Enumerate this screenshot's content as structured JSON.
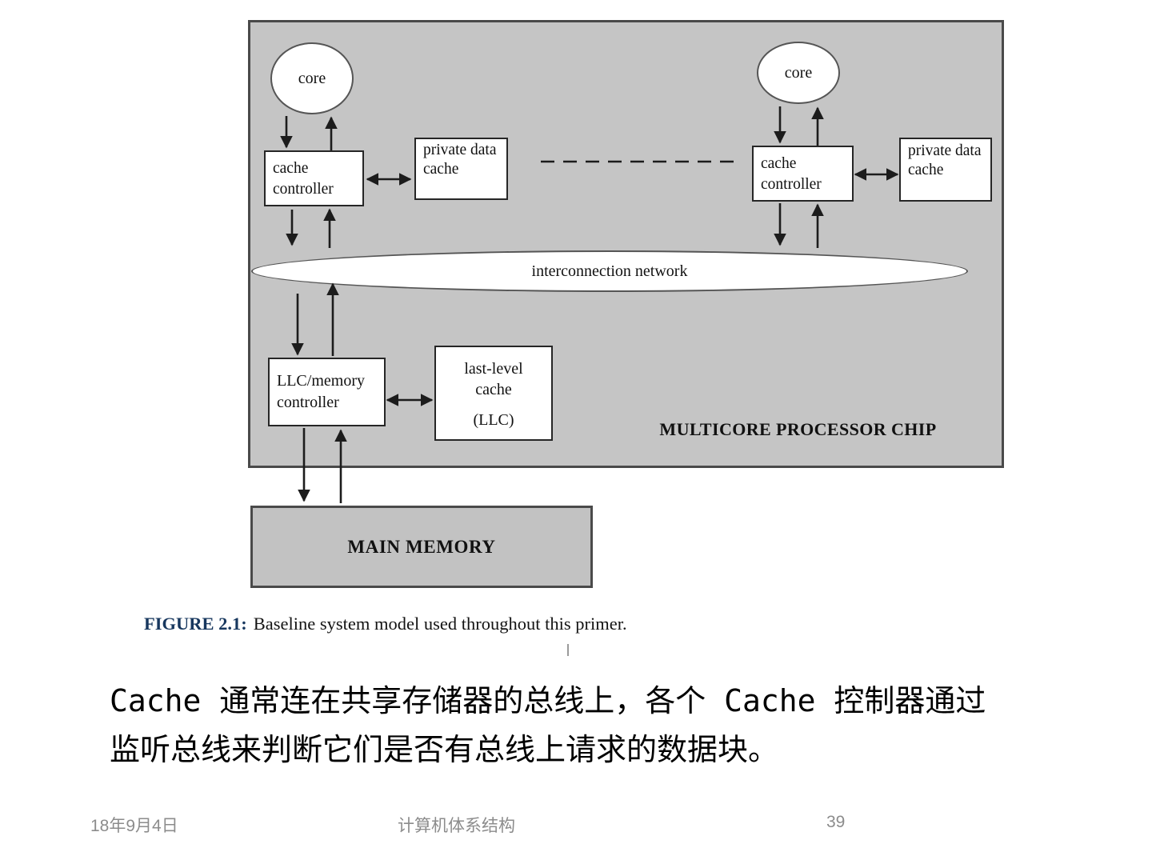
{
  "figure": {
    "chip_label": "MULTICORE PROCESSOR CHIP",
    "core_left": "core",
    "core_right": "core",
    "cache_controller_left": "cache controller",
    "cache_controller_right": "cache controller",
    "private_cache_left": "private data cache",
    "private_cache_right": "private data cache",
    "network_label": "interconnection network",
    "llc_controller_label": "LLC/memory controller",
    "last_level_cache_line1": "last-level cache",
    "last_level_cache_line2": "(LLC)",
    "main_memory_label": "MAIN MEMORY"
  },
  "caption": {
    "label": "FIGURE 2.1:",
    "text": "Baseline system model used throughout this primer."
  },
  "body": {
    "line1": "Cache 通常连在共享存储器的总线上，各个 Cache 控制器通过",
    "line2": "监听总线来判断它们是否有总线上请求的数据块。"
  },
  "footer": {
    "date": "18年9月4日",
    "course": "计算机体系结构",
    "page_number": "39"
  },
  "colors": {
    "chip_fill": "#c5c5c5",
    "chip_border": "#4a4a4a",
    "box_border": "#262626",
    "caption_label": "#17375e",
    "footer_text": "#8c8c8c"
  }
}
